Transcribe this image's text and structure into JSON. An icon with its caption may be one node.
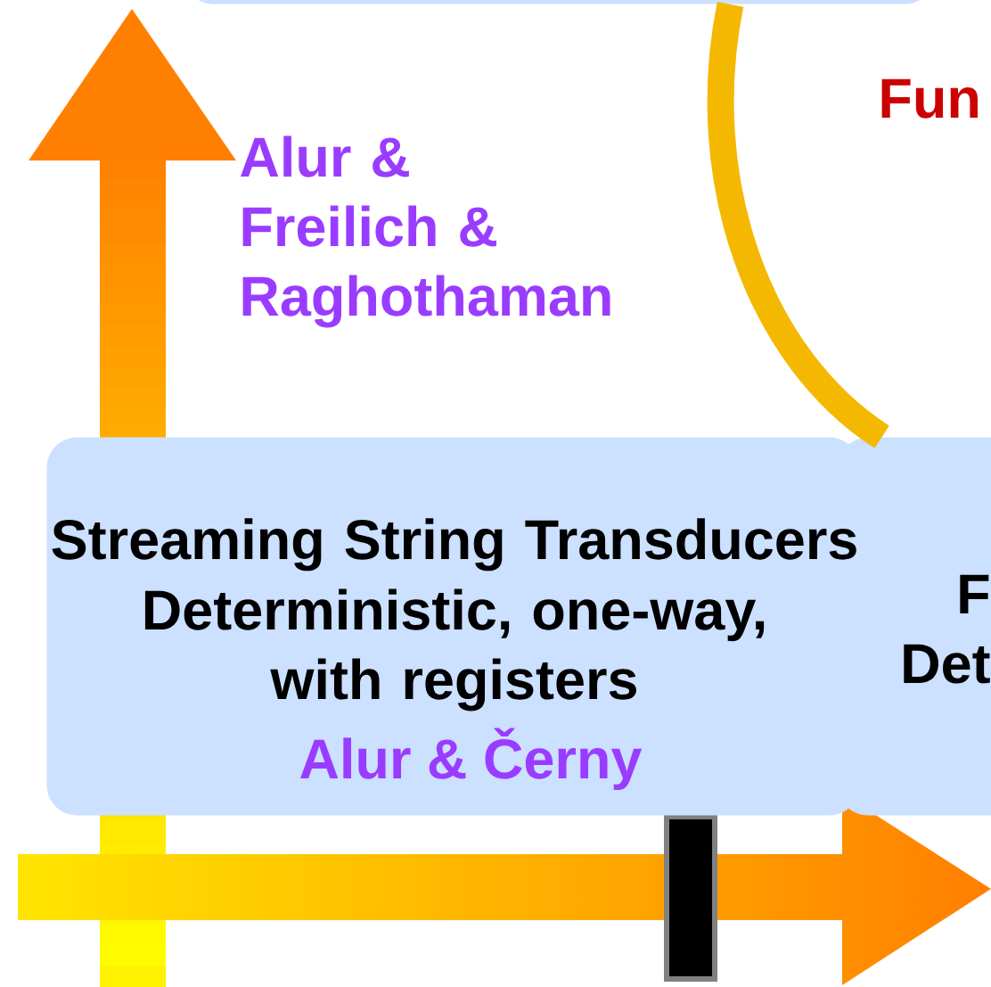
{
  "diagram": {
    "nodes": [
      {
        "text": [],
        "shape": "box"
      },
      {
        "text": [
          "Streaming String Transducers",
          "Deterministic, one-way, with registers",
          "Alur & Černy"
        ]
      },
      {
        "text": [
          "F",
          "Det"
        ]
      },
      {
        "text": [],
        "shape": "bar"
      }
    ],
    "edges": [
      {
        "from": 0,
        "to": 2,
        "arrow": "none",
        "color": "#f5b800"
      }
    ],
    "labels": [
      "Fun",
      "Alur & Freilich & Raghothaman"
    ]
  }
}
